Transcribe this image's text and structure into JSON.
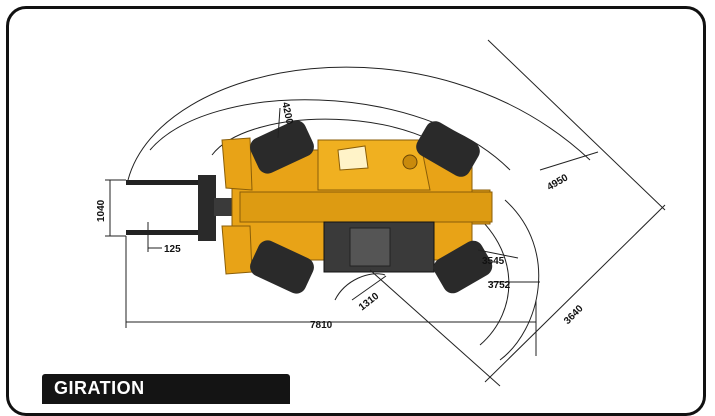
{
  "caption": "GIRATION",
  "dimensions": {
    "d4200": "4200",
    "d4950": "4950",
    "d1040": "1040",
    "d125": "125",
    "d3545": "3545",
    "d3752": "3752",
    "d3640": "3640",
    "d1310": "1310",
    "d7810": "7810"
  },
  "colors": {
    "machine_body": "#e8a317",
    "machine_shade": "#c98a0c",
    "tyre": "#2a2a2a",
    "cab": "#3a3a3a",
    "line": "#222222",
    "border": "#111111",
    "caption_bg": "#141414"
  }
}
